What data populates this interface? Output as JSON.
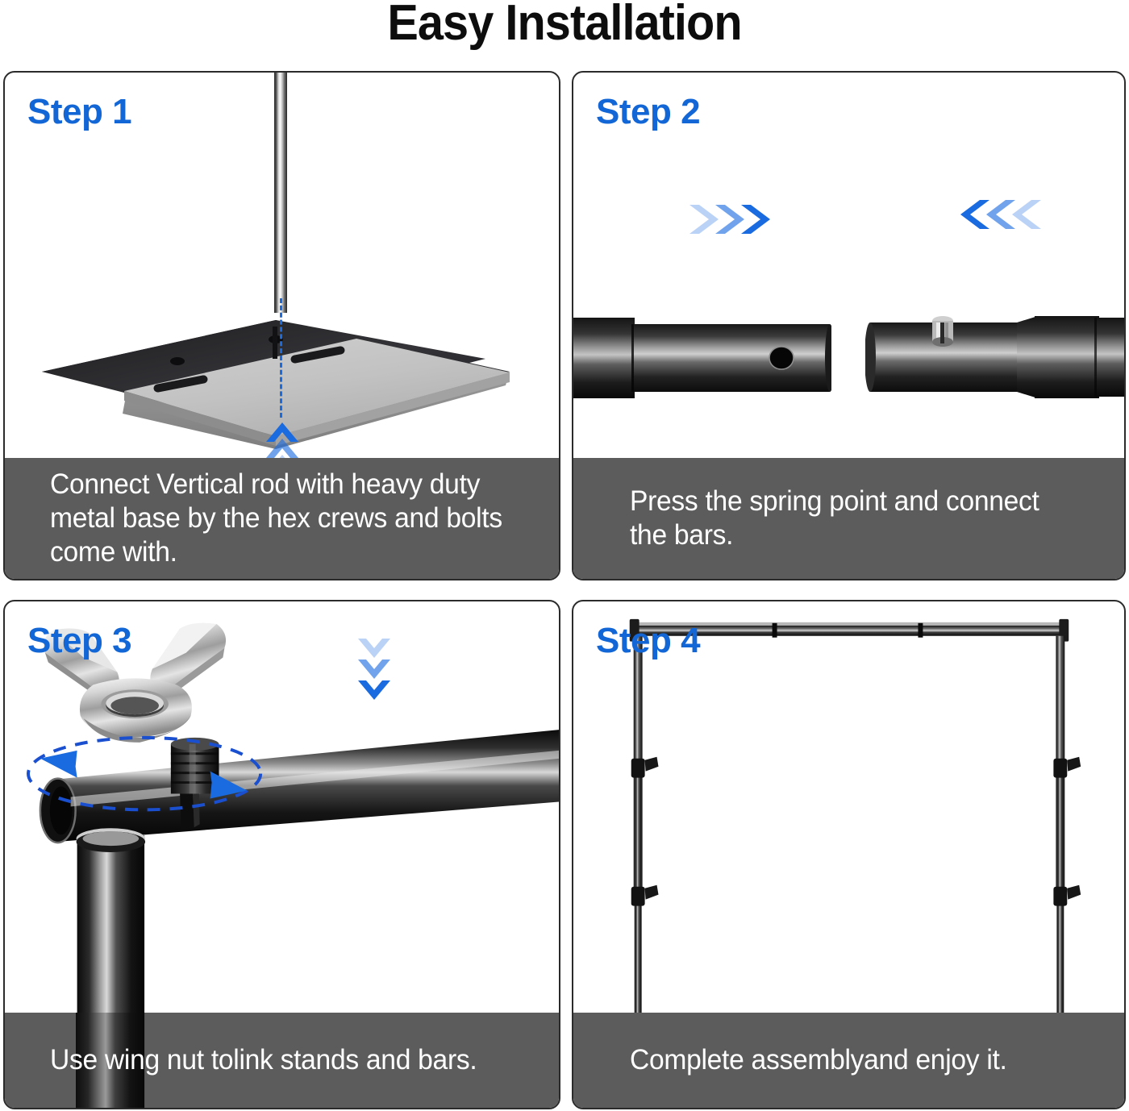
{
  "title": "Easy Installation",
  "accent_blue": "#1366d6",
  "caption_bg": "#5c5c5c",
  "steps": [
    {
      "label": "Step 1",
      "caption": "Connect Vertical rod with heavy duty metal base by the hex crews and bolts come with.",
      "illustration": "vertical-rod-and-metal-base-with-hex-key"
    },
    {
      "label": "Step 2",
      "caption": "Press the spring point and connect the bars.",
      "illustration": "two-black-tubes-with-spring-button-and-hole"
    },
    {
      "label": "Step 3",
      "caption": "Use wing nut tolink stands and bars.",
      "illustration": "chrome-wing-nut-above-threaded-stud-on-black-crossbar"
    },
    {
      "label": "Step 4",
      "caption": "Complete assemblyand enjoy it.",
      "illustration": "completed-backdrop-stand-assembly"
    }
  ]
}
